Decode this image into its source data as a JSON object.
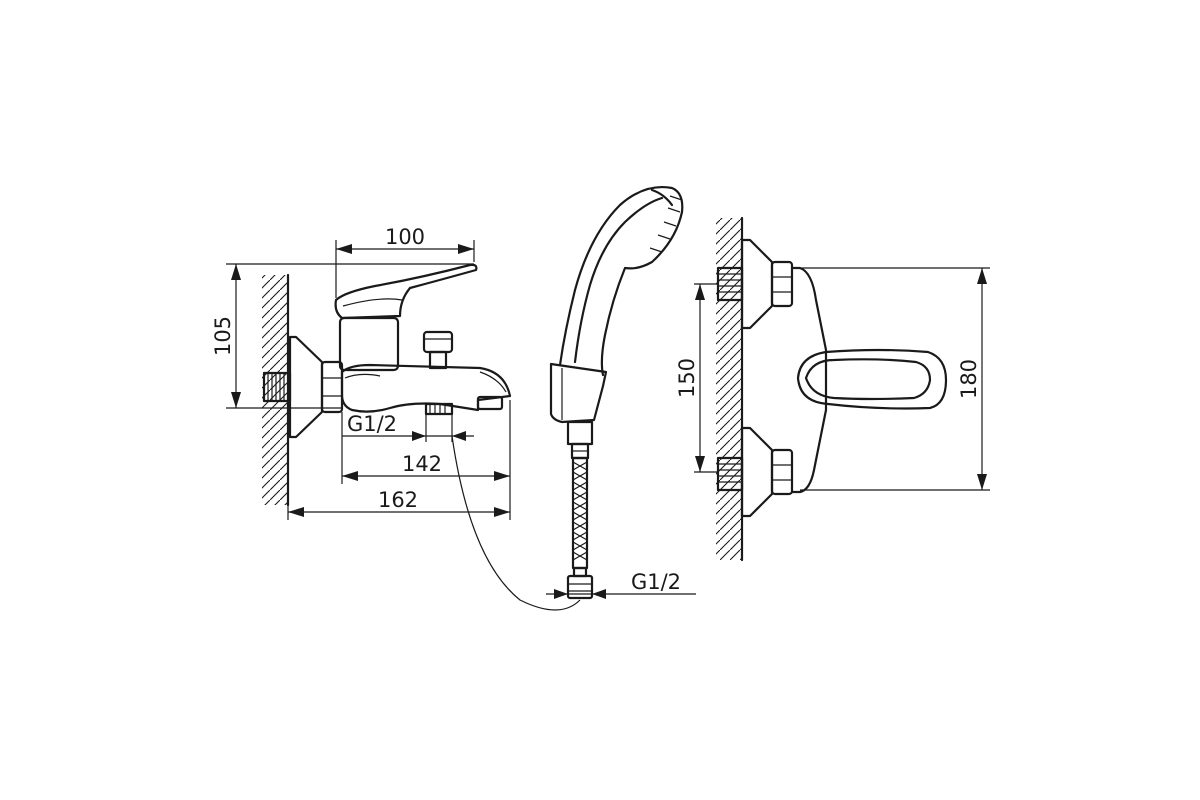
{
  "dimensions": {
    "left_top_width": "100",
    "left_height": "105",
    "left_thread": "G1/2",
    "left_spout_length": "142",
    "left_total_length": "162",
    "hose_thread": "G1/2",
    "right_spacing_inner": "150",
    "right_height_total": "180"
  },
  "colors": {
    "line": "#1a1a1a",
    "background": "#ffffff"
  }
}
